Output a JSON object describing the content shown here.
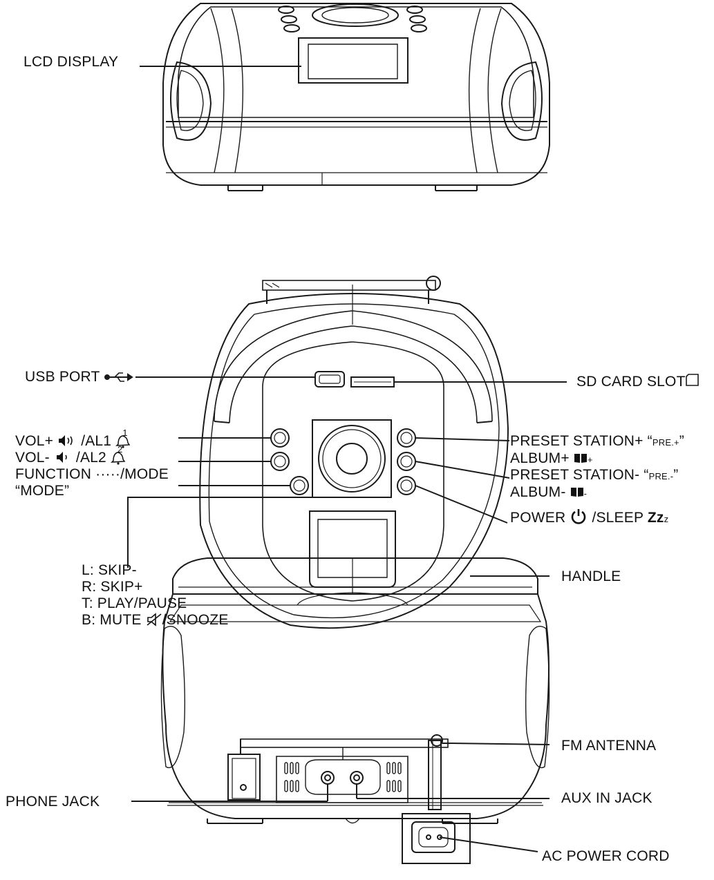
{
  "top_view": {
    "lcd_display": "LCD DISPLAY"
  },
  "front_view": {
    "usb_port": "USB PORT",
    "sd_card_slot": "SD CARD SLOT",
    "vol_plus": "VOL+",
    "vol_plus_suffix": "/AL1",
    "vol_minus": "VOL-",
    "vol_minus_suffix": "/AL2",
    "function_line": "FUNCTION ·····/MODE",
    "mode_quote": "“MODE”",
    "preset_plus": "PRESET STATION+ “",
    "preset_plus_small": "PRE.+",
    "album_plus": "ALBUM+",
    "preset_minus": "PRESET STATION- “",
    "preset_minus_small": "PRE.-",
    "album_minus": "ALBUM-",
    "power": "POWER",
    "sleep": "/SLEEP",
    "sleep_z": "Zz",
    "sleep_z_small": "z",
    "dpad": {
      "left": "L: SKIP-",
      "right": "R: SKIP+",
      "top": "T: PLAY/PAUSE",
      "bottom_prefix": "B: MUTE",
      "bottom_suffix": "/SNOOZE"
    },
    "alarm1_index": "1",
    "alarm2_index": "2"
  },
  "back_view": {
    "handle": "HANDLE",
    "fm_antenna": "FM ANTENNA",
    "phone_jack": "PHONE JACK",
    "aux_in_jack": "AUX IN JACK",
    "ac_power_cord": "AC POWER CORD"
  },
  "colors": {
    "line": "#1a1a1a",
    "fill": "#ffffff"
  }
}
